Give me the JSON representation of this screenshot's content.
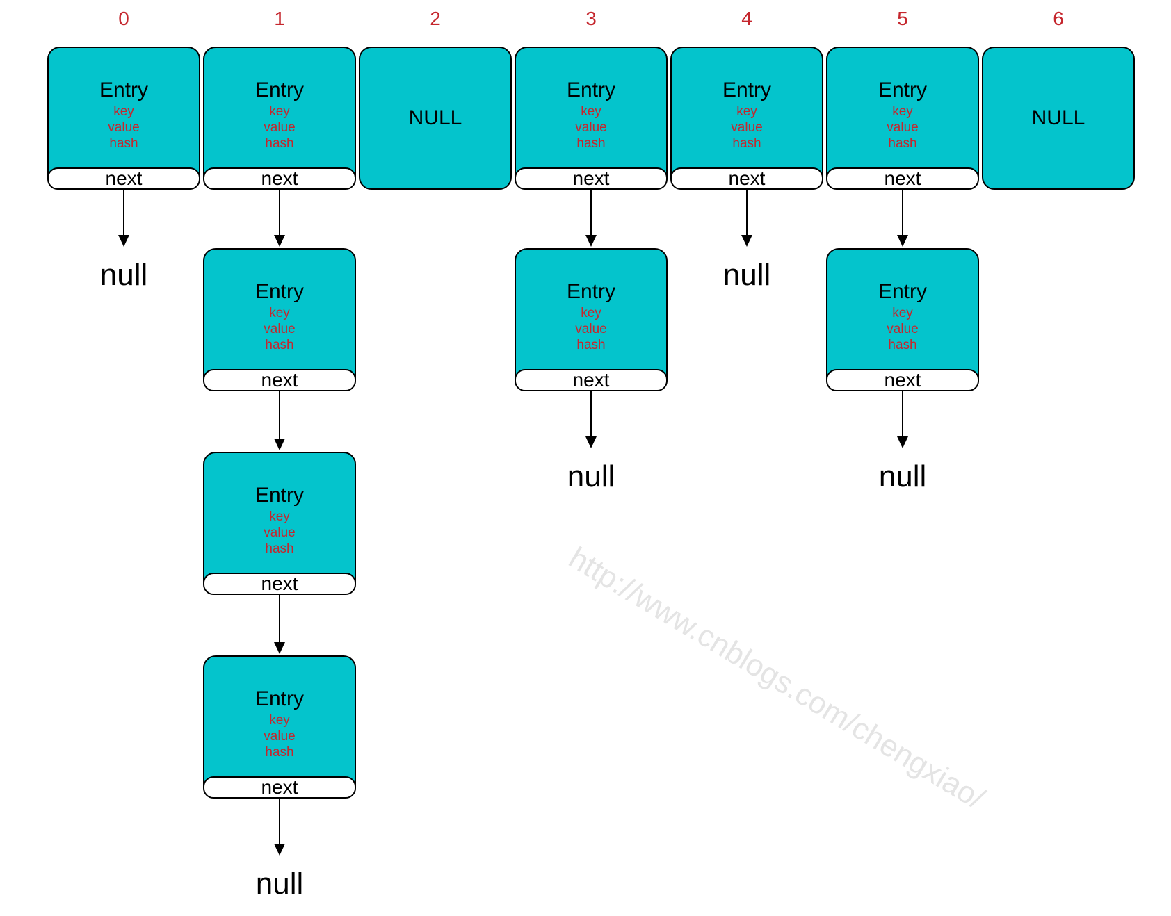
{
  "diagram": {
    "watermark": "http://www.cnblogs.com/chengxiao/",
    "entry_box": {
      "title": "Entry",
      "fields": [
        "key",
        "value",
        "hash"
      ],
      "next_label": "next"
    },
    "null_box_label": "NULL",
    "null_terminal_label": "null",
    "colors": {
      "box_fill": "#04c4cc",
      "box_border": "#000000",
      "field_text": "#c5262d",
      "index_text": "#c5262d",
      "next_fill": "#ffffff",
      "watermark": "#e4e4e4"
    }
  },
  "buckets": [
    {
      "index": "0",
      "kind": "chain",
      "entries": 1,
      "terminal": "null"
    },
    {
      "index": "1",
      "kind": "chain",
      "entries": 4,
      "terminal": "null"
    },
    {
      "index": "2",
      "kind": "null"
    },
    {
      "index": "3",
      "kind": "chain",
      "entries": 2,
      "terminal": "null"
    },
    {
      "index": "4",
      "kind": "chain",
      "entries": 1,
      "terminal": "null"
    },
    {
      "index": "5",
      "kind": "chain",
      "entries": 2,
      "terminal": "null"
    },
    {
      "index": "6",
      "kind": "null"
    }
  ]
}
